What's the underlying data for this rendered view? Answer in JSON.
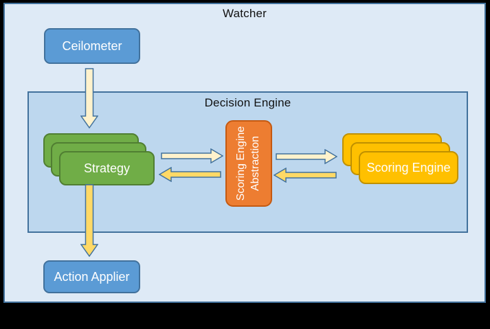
{
  "watcher": {
    "title": "Watcher"
  },
  "decision_engine": {
    "title": "Decision Engine"
  },
  "nodes": {
    "ceilometer": "Ceilometer",
    "strategy": "Strategy",
    "scoring_engine_abstraction": {
      "line1": "Scoring Engine",
      "line2": "Abstraction"
    },
    "scoring_engine": "Scoring Engine",
    "action_applier": "Action Applier"
  },
  "arrows": {
    "ceilometer_to_strategy": "down",
    "strategy_to_abstraction": "right",
    "abstraction_to_strategy": "left",
    "abstraction_to_scoring_engine": "right",
    "scoring_engine_to_abstraction": "left",
    "strategy_to_action_applier": "down"
  },
  "colors": {
    "canvas_bg": "#000000",
    "watcher_fill": "#DEEAF6",
    "watcher_border": "#41719C",
    "decision_fill": "#BDD7EE",
    "decision_border": "#41719C",
    "blue_node_fill": "#5B9BD5",
    "blue_node_border": "#41719C",
    "green_fill": "#70AD47",
    "green_border": "#507E32",
    "orange_fill": "#ED7D31",
    "orange_border": "#C45911",
    "gold_fill": "#FFC000",
    "gold_border": "#BF9000",
    "arrow_cream": "#FFF2CC",
    "arrow_gold": "#FFD966",
    "arrow_border": "#41719C"
  }
}
